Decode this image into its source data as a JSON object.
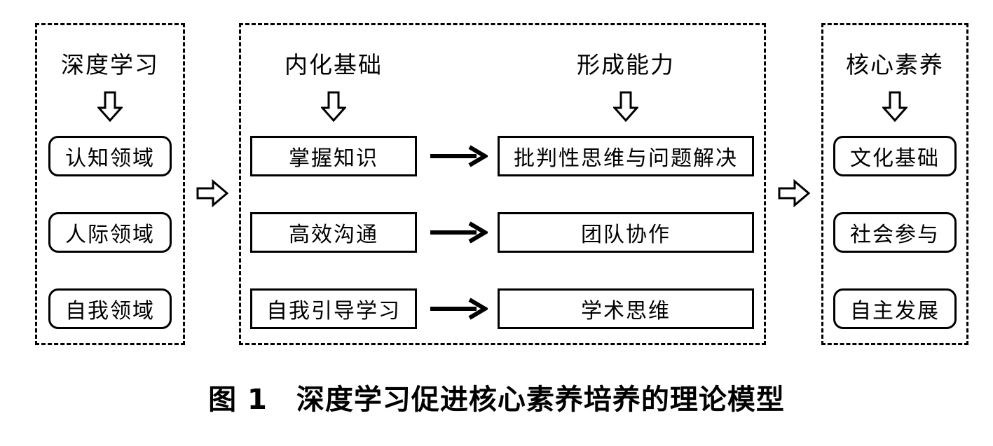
{
  "figure": {
    "caption": "图 1　深度学习促进核心素养培养的理论模型",
    "background": "#ffffff",
    "ink_color": "#000000"
  },
  "panels": [
    {
      "id": "deep-learning",
      "title": "深度学习",
      "arrow_down": "down-block-arrow",
      "nodes": [
        {
          "label": "认知领域",
          "shape": "rounded"
        },
        {
          "label": "人际领域",
          "shape": "rounded"
        },
        {
          "label": "自我领域",
          "shape": "rounded"
        }
      ]
    },
    {
      "id": "process",
      "titles": [
        "内化基础",
        "形成能力"
      ],
      "arrows_down": [
        "down-block-arrow",
        "down-block-arrow"
      ],
      "rows": [
        {
          "left": "掌握知识",
          "connector": "right-line-arrow",
          "right": "批判性思维与问题解决"
        },
        {
          "left": "高效沟通",
          "connector": "right-line-arrow",
          "right": "团队协作"
        },
        {
          "left": "自我引导学习",
          "connector": "right-line-arrow",
          "right": "学术思维"
        }
      ]
    },
    {
      "id": "core-literacy",
      "title": "核心素养",
      "arrow_down": "down-block-arrow",
      "nodes": [
        {
          "label": "文化基础",
          "shape": "rounded"
        },
        {
          "label": "社会参与",
          "shape": "rounded"
        },
        {
          "label": "自主发展",
          "shape": "rounded"
        }
      ]
    }
  ],
  "panel_connectors": [
    {
      "id": "left-to-middle",
      "icon": "right-block-arrow"
    },
    {
      "id": "middle-to-right",
      "icon": "right-block-arrow"
    }
  ]
}
